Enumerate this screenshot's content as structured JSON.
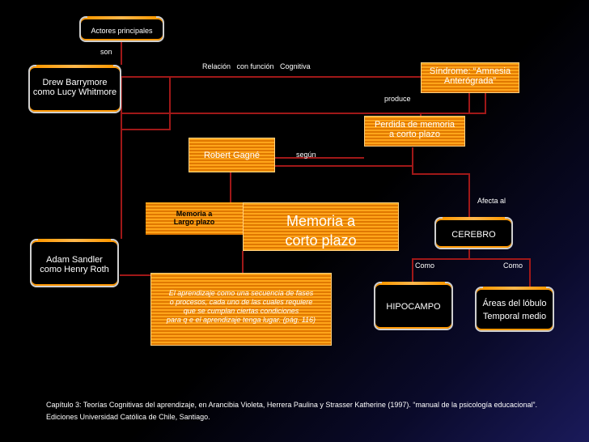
{
  "nodes": {
    "actores": "Actores principales",
    "drew": [
      "Drew Barrymore",
      "como Lucy Whitmore"
    ],
    "adam": [
      "Adam Sandler",
      "como Henry Roth"
    ],
    "sindrome": [
      "Síndrome: “Amnesia",
      "Anterógrada”"
    ],
    "perdida": [
      "Perdida de memoria",
      "a corto plazo"
    ],
    "gagne": "Robert Gagné",
    "largo": [
      "Memoria a",
      "Largo plazo"
    ],
    "corto": [
      "Memoria a",
      "corto plazo"
    ],
    "definicion": [
      "El aprendizaje como una secuencia de fases",
      "o procesos, cada uno de las cuales requiere",
      "que se cumplan ciertas condiciones",
      "para q e el aprendizaje tenga lugar. (pág. 116)"
    ],
    "cerebro": "CEREBRO",
    "hipocampo": "HIPOCAMPO",
    "lobulo": [
      "Áreas del lóbulo",
      "Temporal medio"
    ]
  },
  "links": {
    "son": "son",
    "relacion": "Relación   con función   Cognitiva",
    "produce": "produce",
    "segun": "según",
    "afecta": "Afecta al",
    "como1": "Como",
    "como2": "Como"
  },
  "footer": [
    "Capítulo 3: Teorías Cognitivas del aprendizaje, en Arancibia Violeta, Herrera Paulina y Strasser Katherine (1997). “manual de la psicología educacional”.",
    "Ediciones Universidad Católica de Chile, Santiago."
  ],
  "colors": {
    "line": "#a01818",
    "orange": "#ff9900"
  }
}
